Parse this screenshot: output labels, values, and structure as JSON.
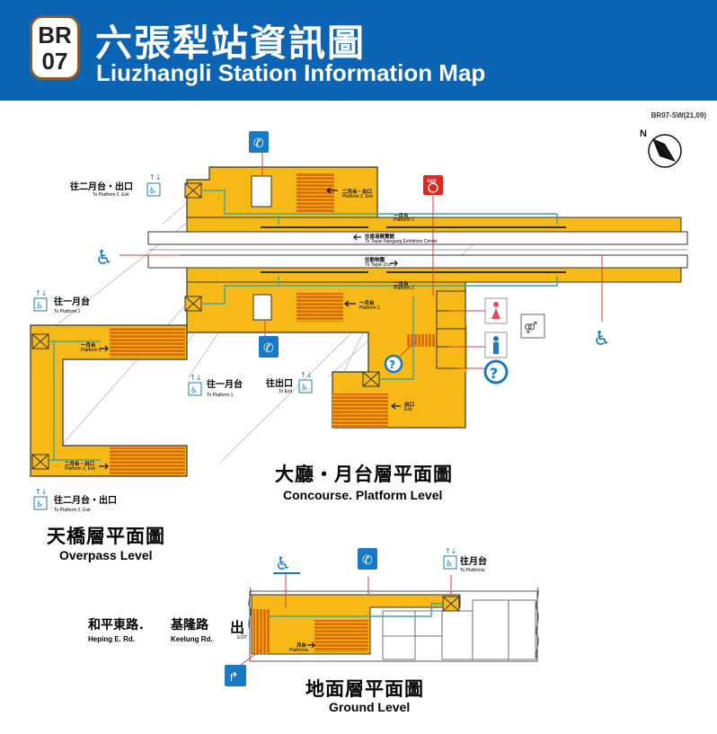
{
  "header": {
    "line_code": "BR",
    "station_number": "07",
    "title_zh": "六張犁站資訊圖",
    "title_en": "Liuzhangli Station Information Map",
    "map_code": "BR07-SW(21,09)",
    "background_color": "#0a63b3",
    "badge_border_color": "#8a5a2c"
  },
  "colors": {
    "floor": "#f6b916",
    "stairs": "#e8641a",
    "route": "#3aa7a0",
    "icon_blue": "#1a79c4",
    "aed_red": "#e0261f",
    "connector": "#d0424b"
  },
  "compass": {
    "label": "N"
  },
  "concourse": {
    "title_zh": "大廳・月台層平面圖",
    "title_en": "Concourse. Platform Level",
    "to_platform2_exit_zh": "往二月台・出口",
    "to_platform2_exit_en": "To Platform 2, Exit",
    "to_platform1_zh": "往一月台",
    "to_platform1_en": "To Platform 1",
    "to_exit_zh": "往出口",
    "to_exit_en": "To Exit",
    "platform1_zh": "一月台",
    "platform1_en": "Platform 1",
    "platform2_zh": "二月台",
    "platform2_en": "Platform 2",
    "platform2_exit_zh": "二月台・出口",
    "platform2_exit_en": "Platform 2, Exit",
    "exit_zh": "出口",
    "exit_en": "Exit",
    "to_nangang_zh": "往南港展覽館",
    "to_nangang_en": "To Taipei Nangang Exhibition Center",
    "to_zoo_zh": "往動物園",
    "to_zoo_en": "To Taipei Zoo",
    "aed_label": "AED"
  },
  "overpass": {
    "title_zh": "天橋層平面圖",
    "title_en": "Overpass Level",
    "to_platform1_zh": "往一月台",
    "to_platform1_en": "To Platform 1",
    "to_platform2_exit_zh": "往二月台・出口",
    "to_platform2_exit_en": "To Platform 2, Exit",
    "platform1_zh": "一月台",
    "platform1_en": "Platform 1",
    "platform2_exit_zh": "二月台・出口",
    "platform2_exit_en": "Platform 2, Exit"
  },
  "ground": {
    "title_zh": "地面層平面圖",
    "title_en": "Ground Level",
    "road1_zh": "和平東路．",
    "road1_en": "Heping E. Rd.",
    "road2_zh": "基隆路",
    "road2_en": "Keelung Rd.",
    "exit_zh": "出",
    "exit_en": "EXIT",
    "to_platforms_zh": "往月台",
    "to_platforms_en": "To Platforms",
    "platform_zh": "月台",
    "platform_en": "Platforms"
  },
  "icons": [
    "phone-icon",
    "wheelchair-icon",
    "elevator-icon",
    "aed-icon",
    "info-icon",
    "restroom-female-icon",
    "restroom-male-icon",
    "family-restroom-icon",
    "taxi-icon",
    "compass-icon"
  ]
}
